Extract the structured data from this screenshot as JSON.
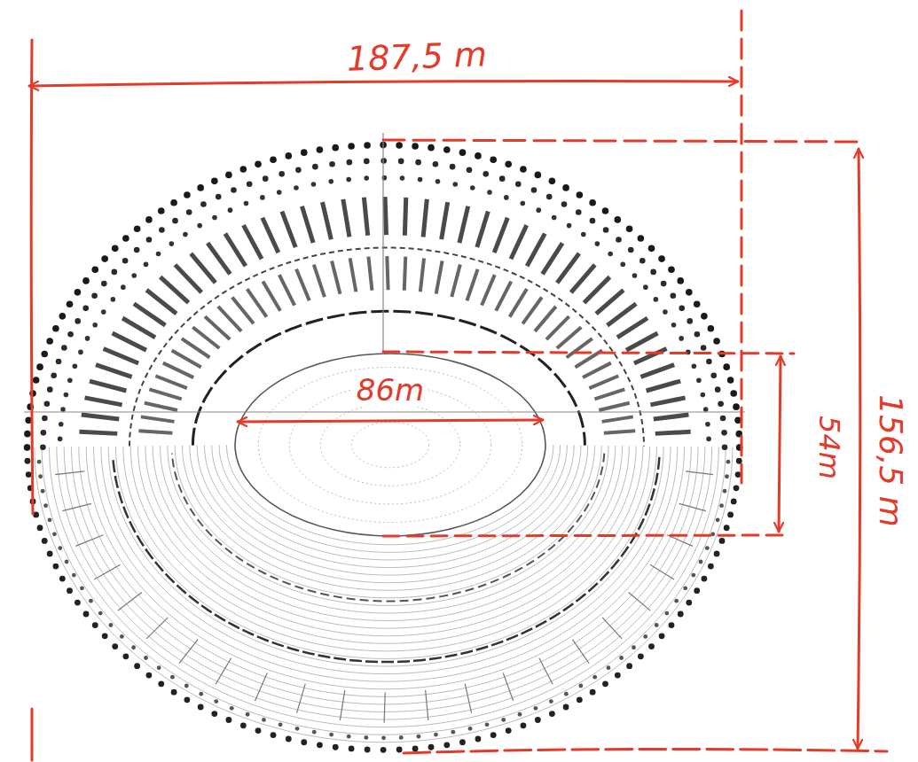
{
  "diagram": {
    "labels": [
      "187,5 m",
      "86m",
      "54m",
      "156,5 m"
    ]
  }
}
